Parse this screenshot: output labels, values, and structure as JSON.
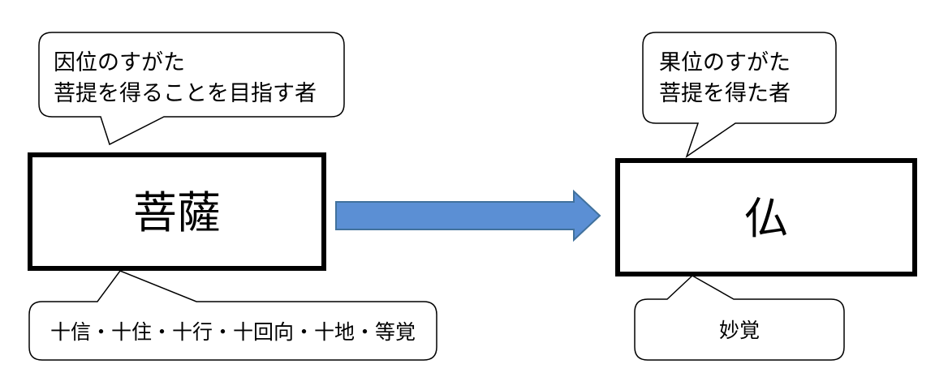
{
  "left_concept": {
    "label": "菩薩",
    "top_callout": {
      "line1": "因位のすがた",
      "line2": "菩提を得ることを目指す者"
    },
    "bottom_callout": {
      "text": "十信・十住・十行・十回向・十地・等覚"
    }
  },
  "right_concept": {
    "label": "仏",
    "top_callout": {
      "line1": "果位のすがた",
      "line2": "菩提を得た者"
    },
    "bottom_callout": {
      "text": "妙覚"
    }
  },
  "colors": {
    "arrow_fill": "#5b8fd4",
    "arrow_stroke": "#41719c",
    "box_border": "#000000",
    "callout_border": "#000000"
  }
}
